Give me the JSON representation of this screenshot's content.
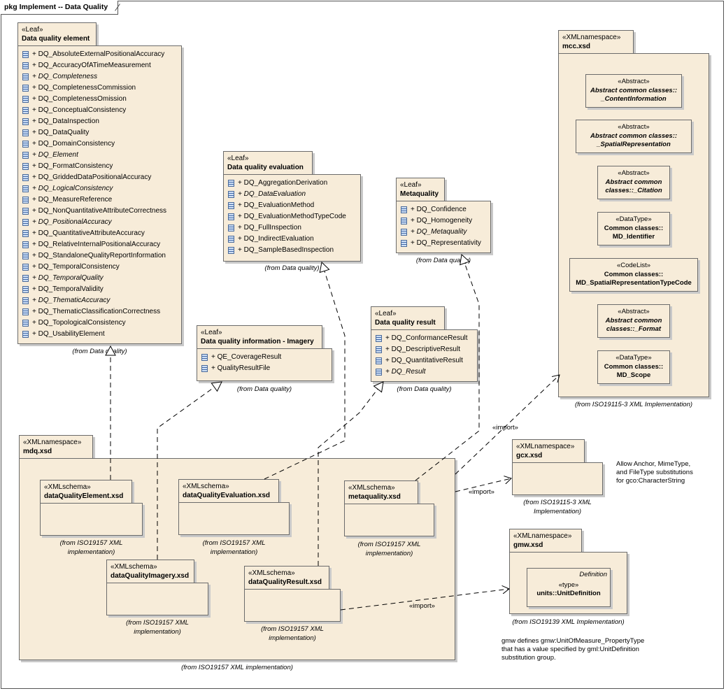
{
  "frame_title": "pkg Implement -- Data Quality",
  "packages": {
    "dqe": {
      "stereotype": "«Leaf»",
      "name": "Data quality element",
      "from": "(from Data quality)",
      "items": [
        {
          "label": "+ DQ_AbsoluteExternalPositionalAccuracy",
          "italic": false
        },
        {
          "label": "+ DQ_AccuracyOfATimeMeasurement",
          "italic": false
        },
        {
          "label": "+ DQ_Completeness",
          "italic": true
        },
        {
          "label": "+ DQ_CompletenessCommission",
          "italic": false
        },
        {
          "label": "+ DQ_CompletenessOmission",
          "italic": false
        },
        {
          "label": "+ DQ_ConceptualConsistency",
          "italic": false
        },
        {
          "label": "+ DQ_DataInspection",
          "italic": false
        },
        {
          "label": "+ DQ_DataQuality",
          "italic": false
        },
        {
          "label": "+ DQ_DomainConsistency",
          "italic": false
        },
        {
          "label": "+ DQ_Element",
          "italic": true
        },
        {
          "label": "+ DQ_FormatConsistency",
          "italic": false
        },
        {
          "label": "+ DQ_GriddedDataPositionalAccuracy",
          "italic": false
        },
        {
          "label": "+ DQ_LogicalConsistency",
          "italic": true
        },
        {
          "label": "+ DQ_MeasureReference",
          "italic": false
        },
        {
          "label": "+ DQ_NonQuantitativeAttributeCorrectness",
          "italic": false
        },
        {
          "label": "+ DQ_PositionalAccuracy",
          "italic": true
        },
        {
          "label": "+ DQ_QuantitativeAttributeAccuracy",
          "italic": false
        },
        {
          "label": "+ DQ_RelativeInternalPositionalAccuracy",
          "italic": false
        },
        {
          "label": "+ DQ_StandaloneQualityReportInformation",
          "italic": false
        },
        {
          "label": "+ DQ_TemporalConsistency",
          "italic": false
        },
        {
          "label": "+ DQ_TemporalQuality",
          "italic": true
        },
        {
          "label": "+ DQ_TemporalValidity",
          "italic": false
        },
        {
          "label": "+ DQ_ThematicAccuracy",
          "italic": true
        },
        {
          "label": "+ DQ_ThematicClassificationCorrectness",
          "italic": false
        },
        {
          "label": "+ DQ_TopologicalConsistency",
          "italic": false
        },
        {
          "label": "+ DQ_UsabilityElement",
          "italic": false
        }
      ]
    },
    "dqev": {
      "stereotype": "«Leaf»",
      "name": "Data quality evaluation",
      "from": "(from Data quality)",
      "items": [
        {
          "label": "+ DQ_AggregationDerivation",
          "italic": false
        },
        {
          "label": "+ DQ_DataEvaluation",
          "italic": true
        },
        {
          "label": "+ DQ_EvaluationMethod",
          "italic": false
        },
        {
          "label": "+ DQ_EvaluationMethodTypeCode",
          "italic": false
        },
        {
          "label": "+ DQ_FullInspection",
          "italic": false
        },
        {
          "label": "+ DQ_IndirectEvaluation",
          "italic": false
        },
        {
          "label": "+ DQ_SampleBasedInspection",
          "italic": false
        }
      ]
    },
    "mq": {
      "stereotype": "«Leaf»",
      "name": "Metaquality",
      "from": "(from Data quality)",
      "items": [
        {
          "label": "+ DQ_Confidence",
          "italic": false
        },
        {
          "label": "+ DQ_Homogeneity",
          "italic": false
        },
        {
          "label": "+ DQ_Metaquality",
          "italic": true
        },
        {
          "label": "+ DQ_Representativity",
          "italic": false
        }
      ]
    },
    "dqr": {
      "stereotype": "«Leaf»",
      "name": "Data quality result",
      "from": "(from Data quality)",
      "items": [
        {
          "label": "+ DQ_ConformanceResult",
          "italic": false
        },
        {
          "label": "+ DQ_DescriptiveResult",
          "italic": false
        },
        {
          "label": "+ DQ_QuantitativeResult",
          "italic": false
        },
        {
          "label": "+ DQ_Result",
          "italic": true
        }
      ]
    },
    "dqi": {
      "stereotype": "«Leaf»",
      "name": "Data quality information - Imagery",
      "from": "(from Data quality)",
      "items": [
        {
          "label": "+ QE_CoverageResult",
          "italic": false
        },
        {
          "label": "+ QualityResultFile",
          "italic": false
        }
      ]
    },
    "mcc": {
      "stereotype": "«XMLnamespace»",
      "name": "mcc.xsd",
      "from": "(from ISO19115-3 XML Implementation)",
      "classes": [
        {
          "stereotype": "«Abstract»",
          "name": "Abstract common classes::\n_ContentInformation",
          "italic": true
        },
        {
          "stereotype": "«Abstract»",
          "name": "Abstract common classes::\n_SpatialRepresentation",
          "italic": true
        },
        {
          "stereotype": "«Abstract»",
          "name": "Abstract common\nclasses::_Citation",
          "italic": true
        },
        {
          "stereotype": "«DataType»",
          "name": "Common classes::\nMD_Identifier",
          "italic": false
        },
        {
          "stereotype": "«CodeList»",
          "name": "Common classes::\nMD_SpatialRepresentationTypeCode",
          "italic": false
        },
        {
          "stereotype": "«Abstract»",
          "name": "Abstract common\nclasses::_Format",
          "italic": true
        },
        {
          "stereotype": "«DataType»",
          "name": "Common classes::\nMD_Scope",
          "italic": false
        }
      ]
    },
    "mdq": {
      "stereotype": "«XMLnamespace»",
      "name": "mdq.xsd",
      "from": "(from ISO19157 XML implementation)"
    },
    "gcx": {
      "stereotype": "«XMLnamespace»",
      "name": "gcx.xsd",
      "from": "(from ISO19115-3 XML\nImplementation)"
    },
    "gmw": {
      "stereotype": "«XMLnamespace»",
      "name": "gmw.xsd",
      "from": "(from ISO19139 XML Implementation)",
      "definition_label": "Definition",
      "type_stereotype": "«type»",
      "type_name": "units::UnitDefinition"
    }
  },
  "schemas": {
    "s_dqe": {
      "stereotype": "«XMLschema»",
      "name": "dataQualityElement.xsd",
      "from": "(from ISO19157 XML\nimplementation)"
    },
    "s_dqev": {
      "stereotype": "«XMLschema»",
      "name": "dataQualityEvaluation.xsd",
      "from": "(from ISO19157 XML\nimplementation)"
    },
    "s_mq": {
      "stereotype": "«XMLschema»",
      "name": "metaquality.xsd",
      "from": "(from ISO19157 XML\nimplementation)"
    },
    "s_dqi": {
      "stereotype": "«XMLschema»",
      "name": "dataQualityImagery.xsd",
      "from": "(from ISO19157 XML\nimplementation)"
    },
    "s_dqr": {
      "stereotype": "«XMLschema»",
      "name": "dataQualityResult.xsd",
      "from": "(from ISO19157 XML\nimplementation)"
    }
  },
  "connectors": {
    "import_mcc": "«import»",
    "import_gcx": "«import»",
    "import_gmw": "«import»"
  },
  "notes": {
    "gcx_note": "Allow Anchor, MimeType,\nand FileType substitutions\nfor gco:CharacterString",
    "gmw_note": "gmw defines gmw:UnitOfMeasure_PropertyType\nthat has a value specified by gml:UnitDefinition\nsubstitution group."
  }
}
